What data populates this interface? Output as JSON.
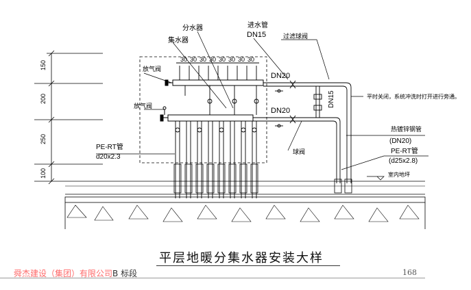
{
  "drawing": {
    "title": "平层地暖分集水器安装大样",
    "company": "舜杰建设（集团）有限公司",
    "section": "B 标段",
    "page_number": "168"
  },
  "labels": {
    "distributor": "分水器",
    "collector": "集水器",
    "supply_pipe": "进水管",
    "supply_size": "DN15",
    "filter_valve": "过滤球阀",
    "air_vent_top": "放气阀",
    "air_vent_bottom": "放气阀",
    "dn20_top": "DN20",
    "dn20_bottom": "DN20",
    "dn15_vertical": "DN15",
    "bypass_note": "平时关闭，系统冲洗时打开进行旁通。",
    "galv_pipe": "热镀锌钢管",
    "galv_size": "(DN20)",
    "pe_rt_right": "PE-RT管",
    "pe_rt_right_size": "(d25x2.8)",
    "floor_level": "室内地坪",
    "pe_rt_left": "PE-RT管",
    "pe_rt_left_size": "d20x2.3",
    "ball_valve": "球阀",
    "spacing": [
      "30",
      "30",
      "30",
      "30",
      "30",
      "30",
      "30",
      "30"
    ]
  },
  "dimensions": [
    "150",
    "200",
    "250",
    "100"
  ],
  "colors": {
    "line": "#000000",
    "company": "#ff6a6a"
  }
}
